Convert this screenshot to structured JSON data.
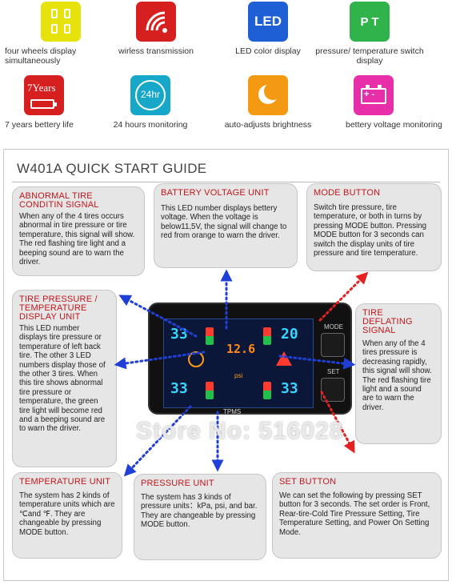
{
  "features": [
    {
      "label": "four wheels display simultaneously",
      "icon": "four-wheels-icon",
      "color": "#e8e20c"
    },
    {
      "label": "wirless transmission",
      "icon": "wireless-icon",
      "color": "#d62020"
    },
    {
      "label": "LED color display",
      "icon": "led-icon",
      "color": "#1f5fd6",
      "icon_text": "LED"
    },
    {
      "label": "pressure/ temperature switch display",
      "icon": "switch-icon",
      "color": "#2fb34a",
      "icon_text": "P T"
    },
    {
      "label": "7 years bettery life",
      "icon": "battery-life-icon",
      "color": "#d62020",
      "icon_text": "7Years"
    },
    {
      "label": "24 hours monitoring",
      "icon": "clock-24h-icon",
      "color": "#16a7c9",
      "icon_text": "24hr"
    },
    {
      "label": "auto-adjusts brightness",
      "icon": "brightness-icon",
      "color": "#f39a12"
    },
    {
      "label": "bettery voltage monitoring",
      "icon": "battery-voltage-icon",
      "color": "#e62fa8"
    }
  ],
  "guide": {
    "title": "W401A QUICK START GUIDE",
    "cards": {
      "abnormal": {
        "title": "ABNORMAL TIRE CONDITIN SIGNAL",
        "text": "When any of the 4 tires occurs abnormal in tire pressure or tire temperature, this signal will show. The red flashing tire light and a beeping sound are to warn the driver."
      },
      "battery": {
        "title": "BATTERY VOLTAGE UNIT",
        "text": "This LED number displays bettery voltage. When the voltage is below11,5V, the signal will change to red from orange to warn the driver."
      },
      "mode": {
        "title": "MODE BUTTON",
        "text": "Switch tire pressure, tire temperature, or both in turns by pressing MODE button. Pressing MODE button for 3 seconds can switch the display units of tire pressure and tire temperature."
      },
      "pressure_display": {
        "title": "TIRE PRESSURE / TEMPERATURE DISPLAY UNIT",
        "text": "This LED number displays tire pressure or temperature of left back tire. The other 3 LED numbers display those of the other 3 tires. When this tire shows abnormal tire pressure or temperature, the green tire light will become red and a beeping sound are to warn the driver."
      },
      "deflating": {
        "title": "TIRE DEFLATING SIGNAL",
        "text": "When any of the 4 tires pressure is decreasing rapidly, this signal will show. The red flashing tire light and a sound are to warn the driver."
      },
      "temperature": {
        "title": "TEMPERATURE UNIT",
        "text": "The system has 2 kinds of temperature units which are ℃and ℉. They are changeable by pressing MODE button."
      },
      "pressure_unit": {
        "title": "PRESSURE UNIT",
        "text": "The system has 3 kinds of pressure units：kPa, psi, and bar. They are changeable by pressing MODE button."
      },
      "set": {
        "title": "SET BUTTON",
        "text": "We can set the following by pressing SET button for 3 seconds. The set order is Front, Rear-tire-Cold Tire Pressure Setting, Tire Temperature Setting, and Power On Setting Mode."
      }
    }
  },
  "device": {
    "top_left": "33",
    "top_right": "20",
    "bottom_left": "33",
    "bottom_right": "33",
    "center": "12.6",
    "unit": "psi",
    "brand": "TPMS",
    "mode_label": "MODE",
    "set_label": "SET"
  },
  "watermark": "Store No: 516028"
}
